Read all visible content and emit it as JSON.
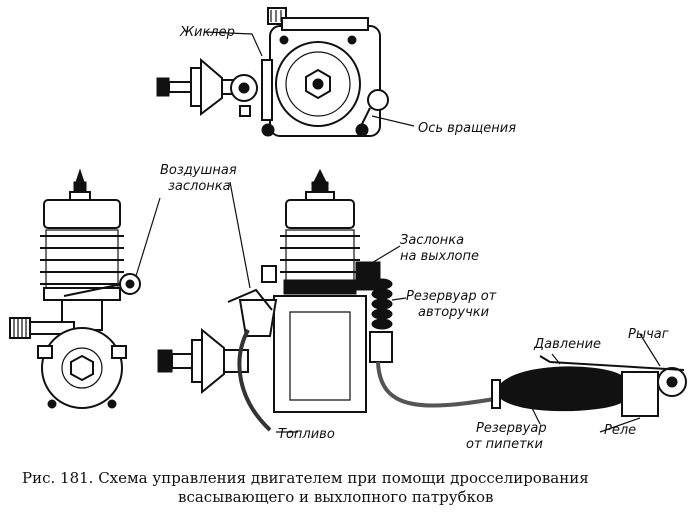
{
  "labels": {
    "jet": "Жиклер",
    "rotation_axis": "Ось вращения",
    "air_damper_1": "Воздушная",
    "air_damper_2": "заслонка",
    "exhaust_damper_1": "Заслонка",
    "exhaust_damper_2": "на выхлопе",
    "reservoir_fountain_pen_1": "Резервуар от",
    "reservoir_fountain_pen_2": "авторучки",
    "pressure": "Давление",
    "lever": "Рычаг",
    "reservoir_pipette_1": "Резервуар",
    "reservoir_pipette_2": "от пипетки",
    "relay": "Реле",
    "fuel": "Топливо"
  },
  "caption": {
    "line1": "Рис. 181. Схема управления двигателем при помощи дросселирования",
    "line2": "всасывающего и выхлопного патрубков"
  }
}
